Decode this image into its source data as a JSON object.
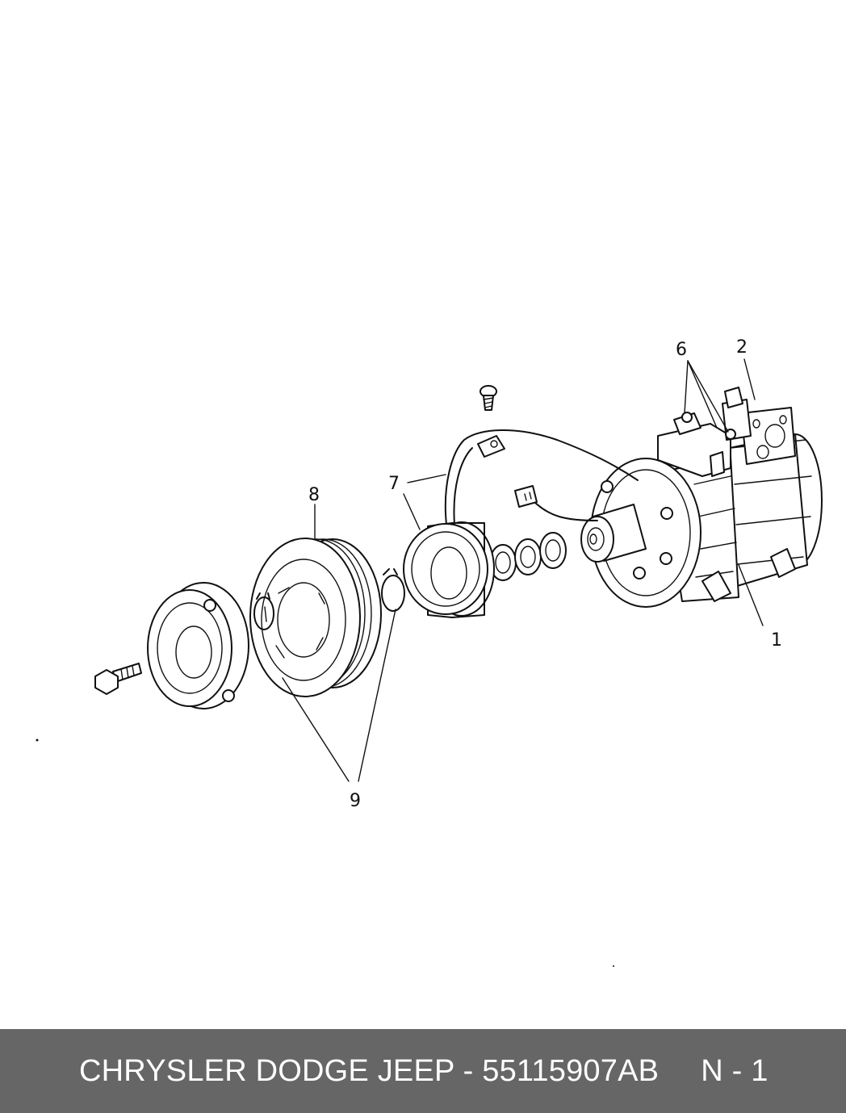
{
  "diagram": {
    "callouts": {
      "c1": "1",
      "c2": "2",
      "c6": "6",
      "c7": "7",
      "c8": "8",
      "c9": "9"
    }
  },
  "footer": {
    "make": "CHRYSLER DODGE JEEP - 55115907AB",
    "page": "N - 1"
  },
  "colors": {
    "footer_background": "#666666",
    "footer_text": "#ffffff",
    "line_art": "#111111"
  }
}
